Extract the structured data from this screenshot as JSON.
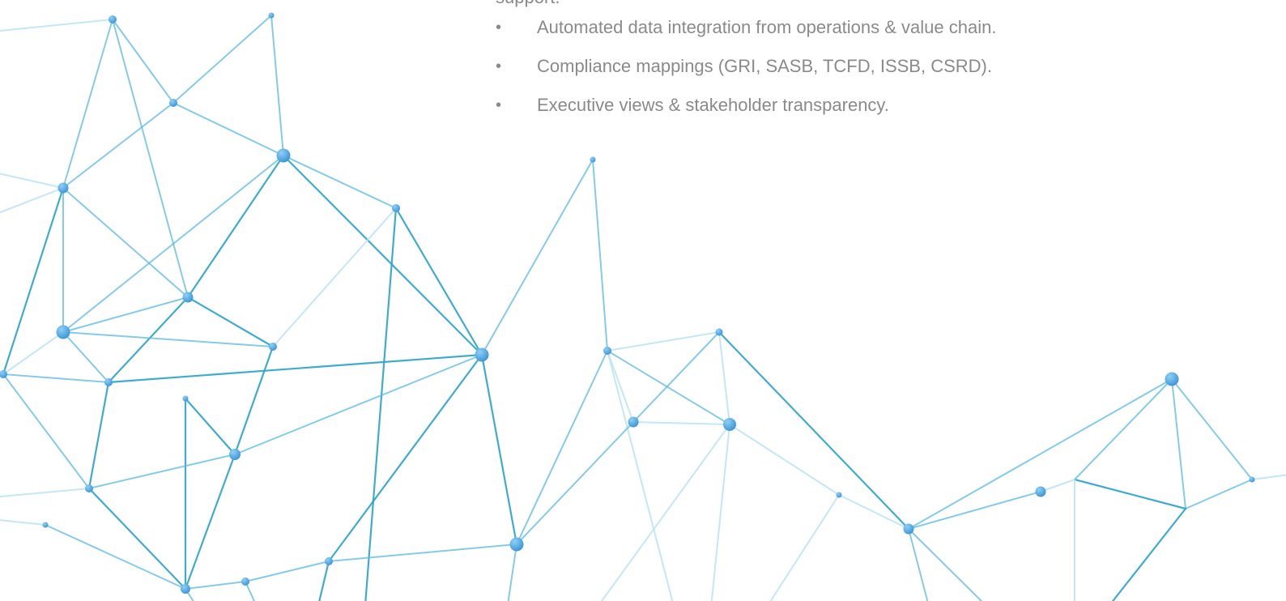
{
  "content": {
    "lead_text": "support.",
    "bullet_glyph": "•",
    "bullets": [
      "Automated data integration from operations & value chain.",
      "Compliance mappings (GRI, SASB, TCFD, ISSB, CSRD).",
      "Executive views & stakeholder transparency."
    ]
  },
  "theme": {
    "text_color": "#8a8a8a",
    "node_color": "#4aa6e2",
    "node_highlight": "#8fd0f5",
    "line_dark": "#2aa3c9",
    "line_light": "#bfe3f2"
  }
}
